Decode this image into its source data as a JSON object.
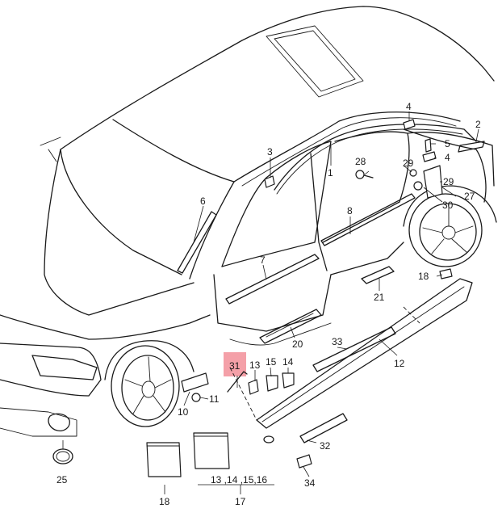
{
  "highlight_color": "#f4a0a8",
  "callouts": {
    "c1": "1",
    "c2": "2",
    "c3": "3",
    "c4a": "4",
    "c4b": "4",
    "c5": "5",
    "c6": "6",
    "c7": "7",
    "c8": "8",
    "c10": "10",
    "c11": "11",
    "c12": "12",
    "c13": "13",
    "c14": "14",
    "c15": "15",
    "c17": "17",
    "c18a": "18",
    "c18b": "18",
    "c20": "20",
    "c21": "21",
    "c25": "25",
    "c27": "27",
    "c28": "28",
    "c29a": "29",
    "c29b": "29",
    "c30": "30",
    "c31": "31",
    "c32": "32",
    "c33": "33",
    "c34": "34",
    "group17_text": "13 ,14 ,15,16"
  }
}
